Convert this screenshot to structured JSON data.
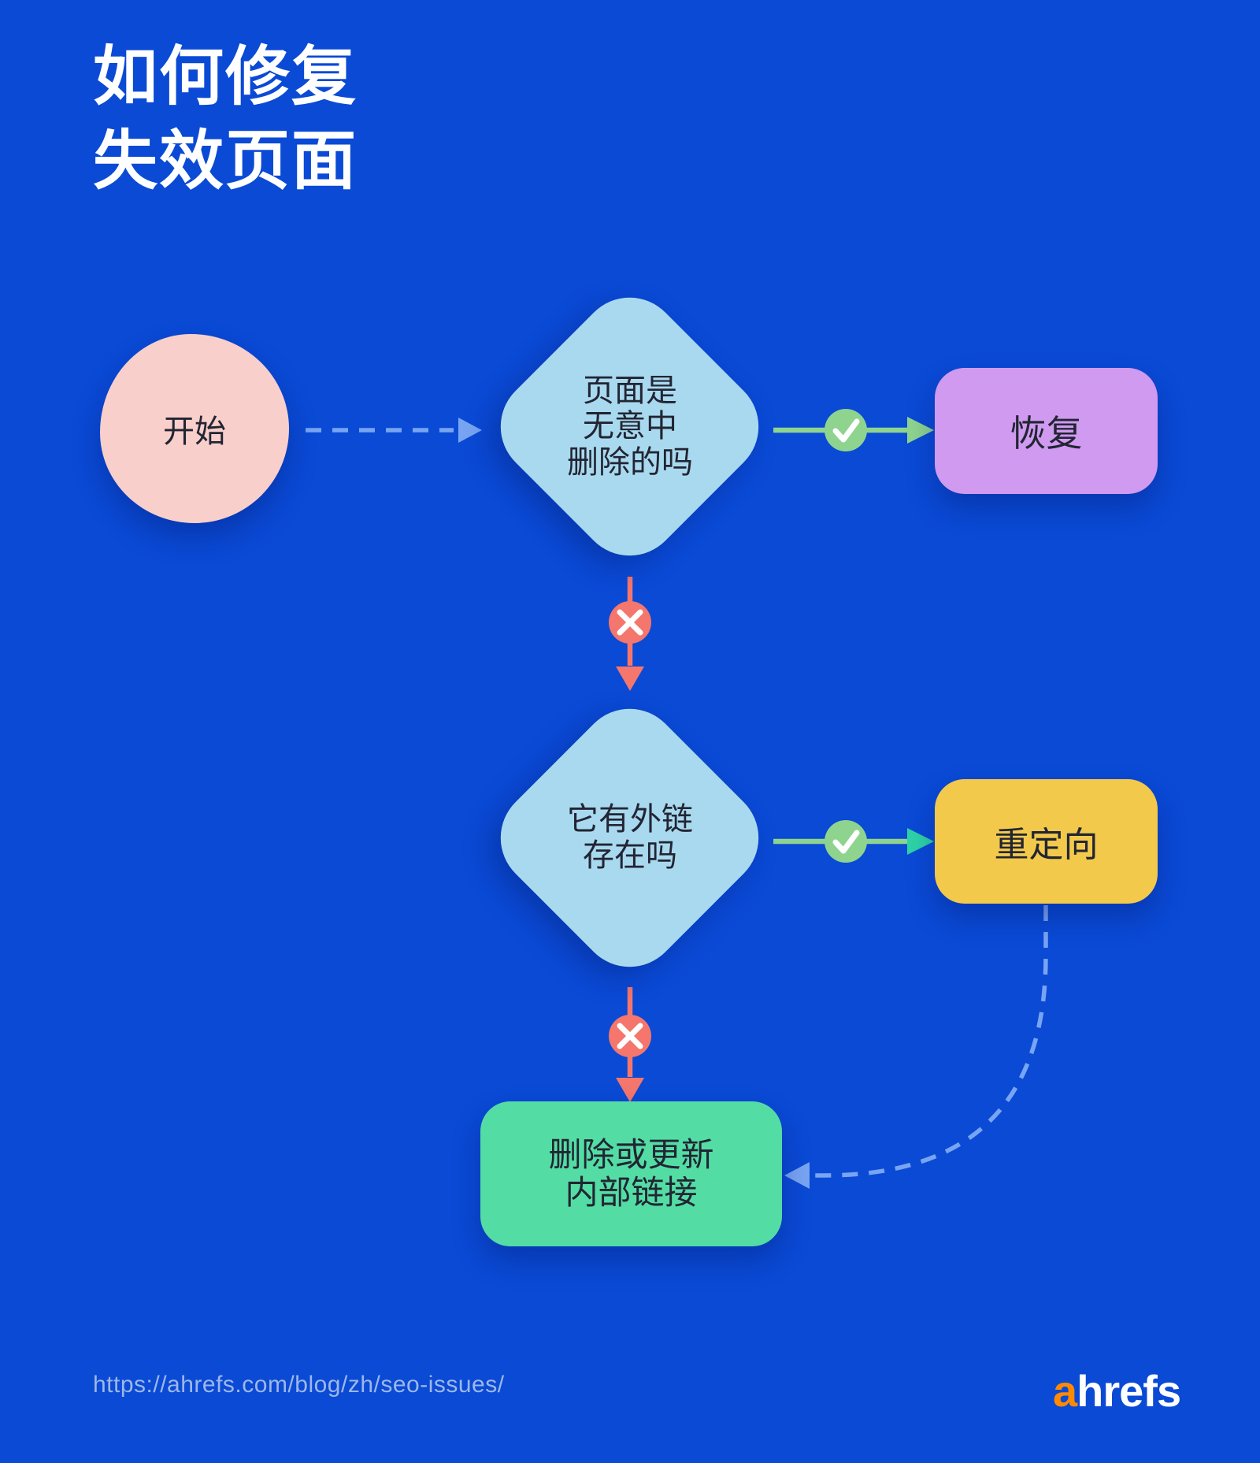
{
  "page": {
    "background_color": "#0a4ad5",
    "footer": {
      "url": "https://ahrefs.com/blog/zh/seo-issues/",
      "logo": {
        "prefix": "a",
        "rest": "hrefs",
        "prefix_color": "#ff8a00",
        "rest_color": "#ffffff"
      }
    }
  },
  "title": {
    "line1": "如何修复",
    "line2": "失效页面",
    "color": "#ffffff"
  },
  "flowchart": {
    "nodes": {
      "start": {
        "label": "开始",
        "shape": "circle",
        "color": "#f9cfcb"
      },
      "q1": {
        "lines": [
          "页面是",
          "无意中",
          "删除的吗"
        ],
        "shape": "diamond",
        "color": "#a9d9ef"
      },
      "restore": {
        "label": "恢复",
        "shape": "rounded-rect",
        "color": "#d09af0"
      },
      "q2": {
        "lines": [
          "它有外链",
          "存在吗"
        ],
        "shape": "diamond",
        "color": "#a9d9ef"
      },
      "redirect": {
        "label": "重定向",
        "shape": "rounded-rect",
        "color": "#f3c94b"
      },
      "update_links": {
        "lines": [
          "删除或更新",
          "内部链接"
        ],
        "shape": "rounded-rect",
        "color": "#53dda4"
      }
    },
    "edges": {
      "start_to_q1": {
        "style": "dashed",
        "color": "#78a5f3",
        "icon": "arrow-right-icon"
      },
      "q1_yes": {
        "to": "restore",
        "color": "#8ed48f",
        "icon": "check-icon"
      },
      "q1_no": {
        "to": "q2",
        "color": "#f5766c",
        "icon": "cross-icon"
      },
      "q2_yes": {
        "to": "redirect",
        "color": "#8ed48f",
        "arrowhead_color": "#2ed3a7",
        "icon": "check-icon"
      },
      "q2_no": {
        "to": "update_links",
        "color": "#f5766c",
        "icon": "cross-icon"
      },
      "redirect_to_update_links": {
        "style": "dashed",
        "color": "#78a5f3",
        "icon": "arrow-left-icon"
      }
    }
  }
}
